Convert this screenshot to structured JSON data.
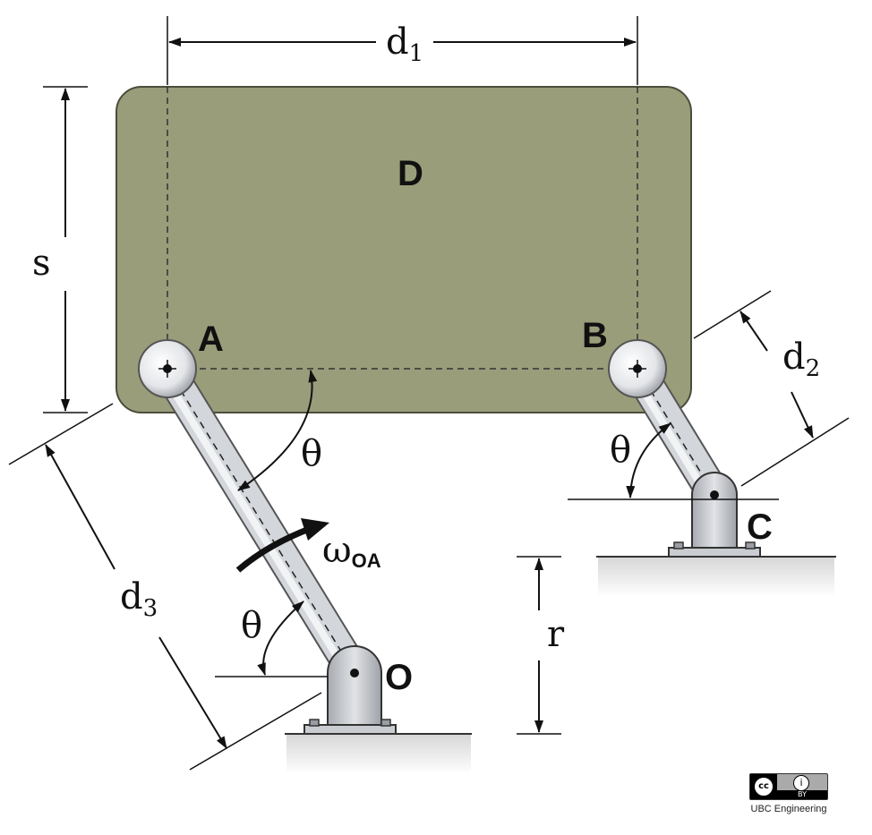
{
  "points": {
    "A": "A",
    "B": "B",
    "C": "C",
    "D": "D",
    "O": "O"
  },
  "dimensions": {
    "d1_base": "d",
    "d1_sub": "1",
    "d2_base": "d",
    "d2_sub": "2",
    "d3_base": "d",
    "d3_sub": "3",
    "s": "s",
    "r": "r"
  },
  "angles": {
    "theta": "θ"
  },
  "angular_velocity": {
    "base": "ω",
    "sub": "OA"
  },
  "credit": {
    "cc": "cc",
    "by_icon": "i",
    "by": "BY",
    "name": "UBC Engineering"
  },
  "colors": {
    "plate": "#9a9d7a",
    "plate_edge": "#4b4d3a",
    "link": "#c9ccd2",
    "support": "#c4c7cc",
    "ground": "#d9d9d9"
  }
}
